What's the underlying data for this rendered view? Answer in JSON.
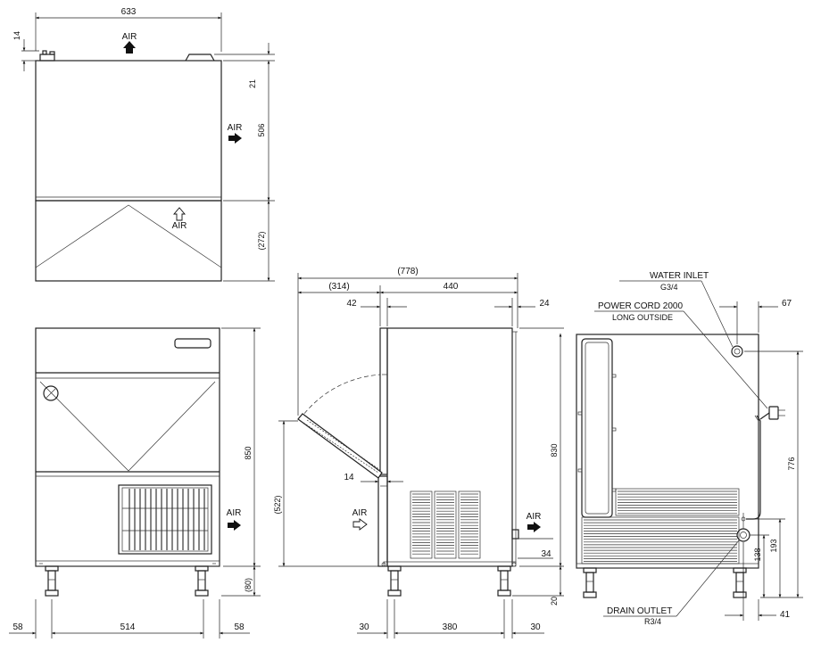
{
  "labels": {
    "air": "AIR",
    "water_inlet": "WATER INLET",
    "water_inlet_size": "G3/4",
    "power_cord": "POWER CORD 2000",
    "power_cord_sub": "LONG OUTSIDE",
    "drain_outlet": "DRAIN OUTLET",
    "drain_outlet_size": "R3/4"
  },
  "dimensions": {
    "top_width": "633",
    "top_14": "14",
    "top_21": "21",
    "top_506": "506",
    "top_272": "(272)",
    "front_850": "850",
    "front_80": "(80)",
    "front_58_left": "58",
    "front_514": "514",
    "front_58_right": "58",
    "side_778": "(778)",
    "side_314": "(314)",
    "side_440": "440",
    "side_42": "42",
    "side_24": "24",
    "side_14": "14",
    "side_522": "(522)",
    "side_830": "830",
    "side_34": "34",
    "side_20": "20",
    "side_30_left": "30",
    "side_380": "380",
    "side_30_right": "30",
    "rear_67": "67",
    "rear_776": "776",
    "rear_193": "193",
    "rear_138": "138",
    "rear_41": "41"
  }
}
